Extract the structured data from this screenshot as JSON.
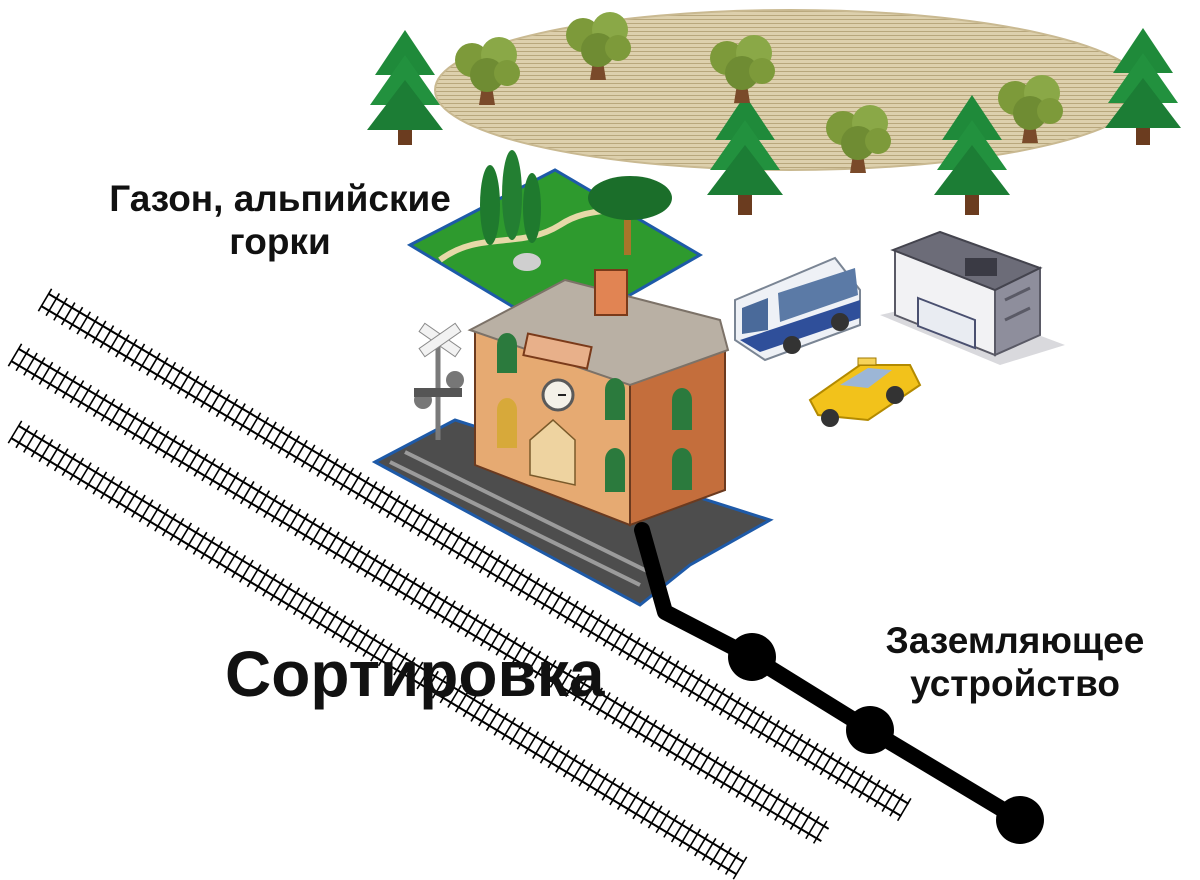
{
  "labels": {
    "lawn_line1": "Газон, альпийские",
    "lawn_line2": "горки",
    "grounding_line1": "Заземляющее",
    "grounding_line2": "устройство",
    "sorting_yard": "Сортировка"
  },
  "icons": [
    "conifer-tree-icon",
    "deciduous-tree-icon",
    "railway-station-icon",
    "bus-icon",
    "taxi-icon",
    "garage-icon",
    "railroad-crossing-icon",
    "railway-track-icon",
    "grounding-line-icon"
  ],
  "colors": {
    "ellipse_fill": "#d9cba4",
    "lawn_green": "#2e9a2e",
    "tree_green": "#1f8a3a",
    "station_wall": "#e08a4e",
    "station_roof": "#b9b0a4",
    "platform": "#555555",
    "taxi": "#f2c21b",
    "grounding": "#000000"
  }
}
